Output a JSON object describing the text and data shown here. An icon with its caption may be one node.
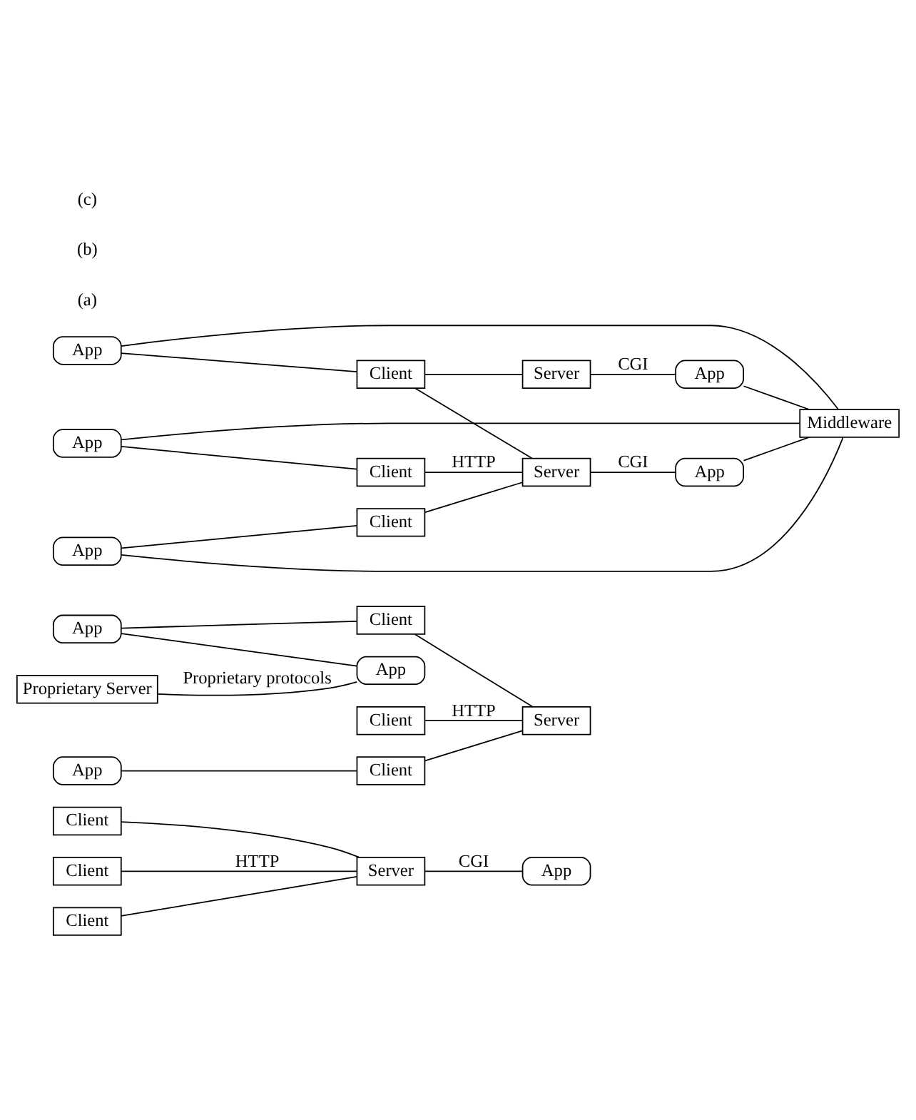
{
  "diagram": {
    "nodes": [
      {
        "text": [
          "Client"
        ]
      },
      {
        "text": [
          "Client"
        ]
      },
      {
        "text": [
          "Client"
        ]
      },
      {
        "text": [
          "Server"
        ]
      },
      {
        "text": [
          "App"
        ]
      },
      {
        "text": [
          "App"
        ]
      },
      {
        "text": [
          "Client"
        ]
      },
      {
        "text": [
          "App"
        ]
      },
      {
        "text": [
          "Client"
        ]
      },
      {
        "text": [
          "Server"
        ]
      },
      {
        "text": [
          "Proprietary Server"
        ]
      },
      {
        "text": [
          "App"
        ]
      },
      {
        "text": [
          "Client"
        ]
      },
      {
        "text": [
          "App"
        ]
      },
      {
        "text": [
          "Client"
        ]
      },
      {
        "text": [
          "Server"
        ]
      },
      {
        "text": [
          "App"
        ]
      },
      {
        "text": [
          "App"
        ]
      },
      {
        "text": [
          "Client"
        ]
      },
      {
        "text": [
          "Server"
        ]
      },
      {
        "text": [
          "App"
        ]
      },
      {
        "text": [
          "App"
        ]
      },
      {
        "text": [
          "Client"
        ]
      },
      {
        "text": [
          "Middleware"
        ]
      }
    ],
    "edges": [
      {
        "from": 0,
        "to": 3,
        "arrow": "none"
      },
      {
        "from": 1,
        "to": 3,
        "arrow": "none",
        "label": "HTTP"
      },
      {
        "from": 2,
        "to": 3,
        "arrow": "none"
      },
      {
        "from": 3,
        "to": 4,
        "arrow": "none",
        "label": "CGI"
      },
      {
        "from": 5,
        "to": 6,
        "arrow": "none"
      },
      {
        "from": 6,
        "to": 9,
        "arrow": "none"
      },
      {
        "from": 5,
        "to": 7,
        "arrow": "none"
      },
      {
        "from": 8,
        "to": 9,
        "arrow": "none",
        "label": "HTTP"
      },
      {
        "from": 10,
        "to": 7,
        "arrow": "none",
        "label": "Proprietary protocols"
      },
      {
        "from": 11,
        "to": 12,
        "arrow": "none"
      },
      {
        "from": 12,
        "to": 9,
        "arrow": "none"
      },
      {
        "from": 13,
        "to": 14,
        "arrow": "none"
      },
      {
        "from": 14,
        "to": 15,
        "arrow": "none"
      },
      {
        "from": 15,
        "to": 16,
        "arrow": "none",
        "label": "CGI"
      },
      {
        "from": 14,
        "to": 19,
        "arrow": "none"
      },
      {
        "from": 17,
        "to": 18,
        "arrow": "none"
      },
      {
        "from": 18,
        "to": 19,
        "arrow": "none",
        "label": "HTTP"
      },
      {
        "from": 19,
        "to": 20,
        "arrow": "none",
        "label": "CGI"
      },
      {
        "from": 21,
        "to": 22,
        "arrow": "none"
      },
      {
        "from": 22,
        "to": 19,
        "arrow": "none"
      },
      {
        "from": 13,
        "to": 23,
        "arrow": "none"
      },
      {
        "from": 17,
        "to": 23,
        "arrow": "none"
      },
      {
        "from": 21,
        "to": 23,
        "arrow": "none"
      },
      {
        "from": 20,
        "to": 23,
        "arrow": "none"
      },
      {
        "from": 16,
        "to": 23,
        "arrow": "none"
      }
    ],
    "labels": [
      "(a)",
      "(b)",
      "(c)"
    ]
  }
}
